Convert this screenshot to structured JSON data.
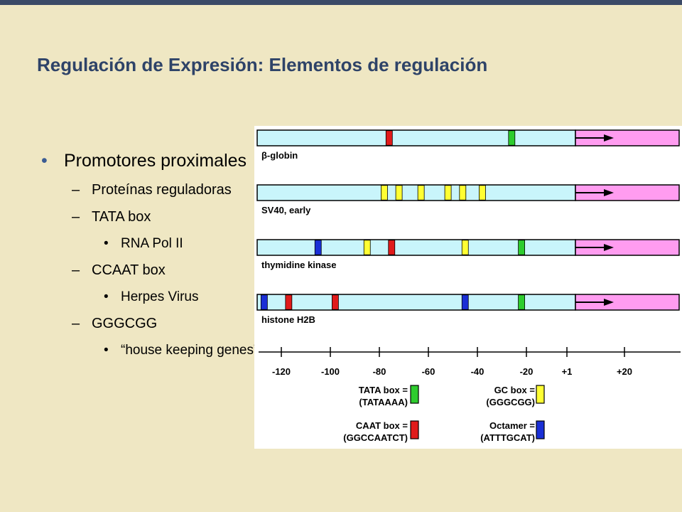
{
  "title": "Regulación de Expresión: Elementos de regulación",
  "bullets": {
    "marker": "•",
    "dash": "–",
    "l1": "Promotores proximales",
    "proteins": "Proteínas reguladoras",
    "tata": "TATA box",
    "rna": "RNA Pol II",
    "ccaat": "CCAAT box",
    "herpes": "Herpes Virus",
    "gggcgg": "GGGCGG",
    "house": "“house keeping genes”"
  },
  "diagram": {
    "colors": {
      "TATA": "#2ecc2e",
      "CAAT": "#e01b1b",
      "GC": "#ffff33",
      "OCT": "#1a2fd6",
      "promoter": "#c9f5fb",
      "transcribed": "#ff9cf0"
    },
    "genes": [
      {
        "label": "β-globin",
        "elements": [
          {
            "type": "CAAT",
            "pos": -76
          },
          {
            "type": "TATA",
            "pos": -26
          }
        ]
      },
      {
        "label": "SV40, early",
        "elements": [
          {
            "type": "GC",
            "pos": -78
          },
          {
            "type": "GC",
            "pos": -72
          },
          {
            "type": "GC",
            "pos": -63
          },
          {
            "type": "GC",
            "pos": -52
          },
          {
            "type": "GC",
            "pos": -46
          },
          {
            "type": "GC",
            "pos": -38
          }
        ]
      },
      {
        "label": "thymidine kinase",
        "elements": [
          {
            "type": "OCT",
            "pos": -105
          },
          {
            "type": "GC",
            "pos": -85
          },
          {
            "type": "CAAT",
            "pos": -75
          },
          {
            "type": "GC",
            "pos": -45
          },
          {
            "type": "TATA",
            "pos": -22
          }
        ]
      },
      {
        "label": "histone H2B",
        "elements": [
          {
            "type": "OCT",
            "pos": -127
          },
          {
            "type": "CAAT",
            "pos": -117
          },
          {
            "type": "CAAT",
            "pos": -98
          },
          {
            "type": "OCT",
            "pos": -45
          },
          {
            "type": "TATA",
            "pos": -22
          }
        ]
      }
    ],
    "scale_ticks": [
      "-120",
      "-100",
      "-80",
      "-60",
      "-40",
      "-20",
      "+1",
      "+20"
    ],
    "legend": [
      {
        "line1": "TATA box =",
        "line2": "(TATAAAA)",
        "type": "TATA"
      },
      {
        "line1": "GC box =",
        "line2": "(GGGCGG)",
        "type": "GC"
      },
      {
        "line1": "CAAT box =",
        "line2": "(GGCCAATCT)",
        "type": "CAAT"
      },
      {
        "line1": "Octamer =",
        "line2": "(ATTTGCAT)",
        "type": "OCT"
      }
    ]
  }
}
